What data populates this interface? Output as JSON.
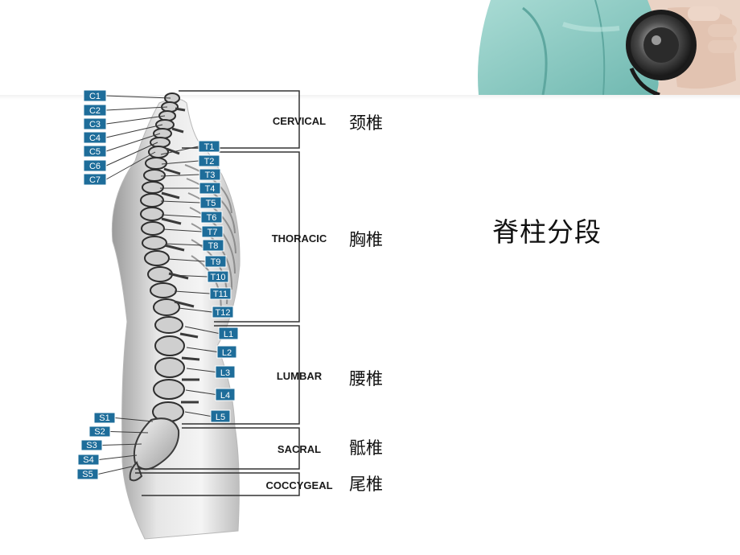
{
  "slide": {
    "title": "脊柱分段",
    "colors": {
      "label_box": "#1e6d9a",
      "label_text": "#ffffff",
      "region_text": "#1a1a1a",
      "scrub": "#8fcdc5"
    }
  },
  "vertebra_labels": {
    "cervical": [
      "C1",
      "C2",
      "C3",
      "C4",
      "C5",
      "C6",
      "C7"
    ],
    "thoracic": [
      "T1",
      "T2",
      "T3",
      "T4",
      "T5",
      "T6",
      "T7",
      "T8",
      "T9",
      "T10",
      "T11",
      "T12"
    ],
    "lumbar": [
      "L1",
      "L2",
      "L3",
      "L4",
      "L5"
    ],
    "sacral": [
      "S1",
      "S2",
      "S3",
      "S4",
      "S5"
    ]
  },
  "regions": [
    {
      "en": "CERVICAL",
      "cn": "颈椎"
    },
    {
      "en": "THORACIC",
      "cn": "胸椎"
    },
    {
      "en": "LUMBAR",
      "cn": "腰椎"
    },
    {
      "en": "SACRAL",
      "cn": "骶椎"
    },
    {
      "en": "COCCYGEAL",
      "cn": "尾椎"
    }
  ]
}
